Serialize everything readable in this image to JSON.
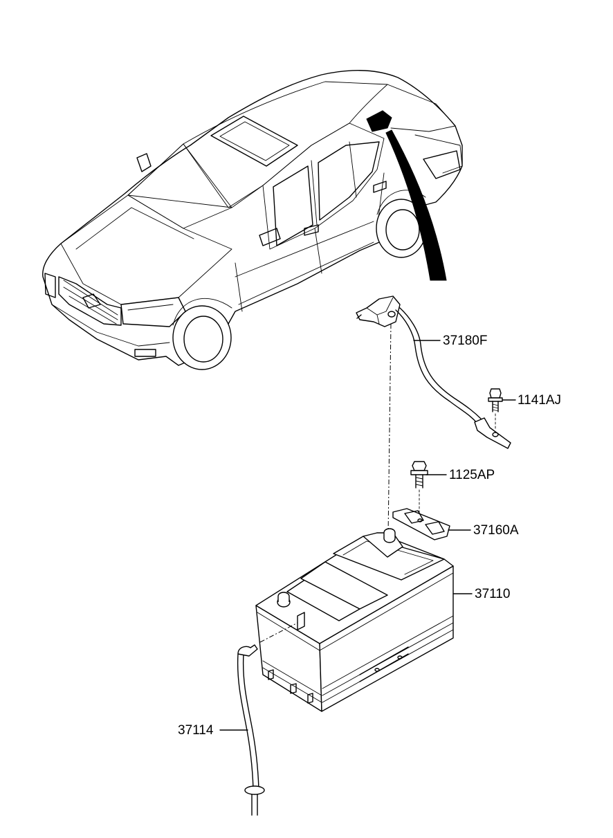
{
  "parts": [
    {
      "id": "p37180F",
      "number": "37180F"
    },
    {
      "id": "p1141AJ",
      "number": "1141AJ"
    },
    {
      "id": "p1125AP",
      "number": "1125AP"
    },
    {
      "id": "p37160A",
      "number": "37160A"
    },
    {
      "id": "p37110",
      "number": "37110"
    },
    {
      "id": "p37114",
      "number": "37114"
    }
  ],
  "icons": {
    "vehicle": "sedan-vehicle-icon",
    "cable": "battery-cable-icon",
    "bolt": "bolt-icon",
    "bracket": "battery-clamp-bracket-icon",
    "battery": "battery-icon",
    "vent_hose": "vent-hose-icon"
  },
  "colors": {
    "line": "#000000",
    "background": "#ffffff"
  }
}
